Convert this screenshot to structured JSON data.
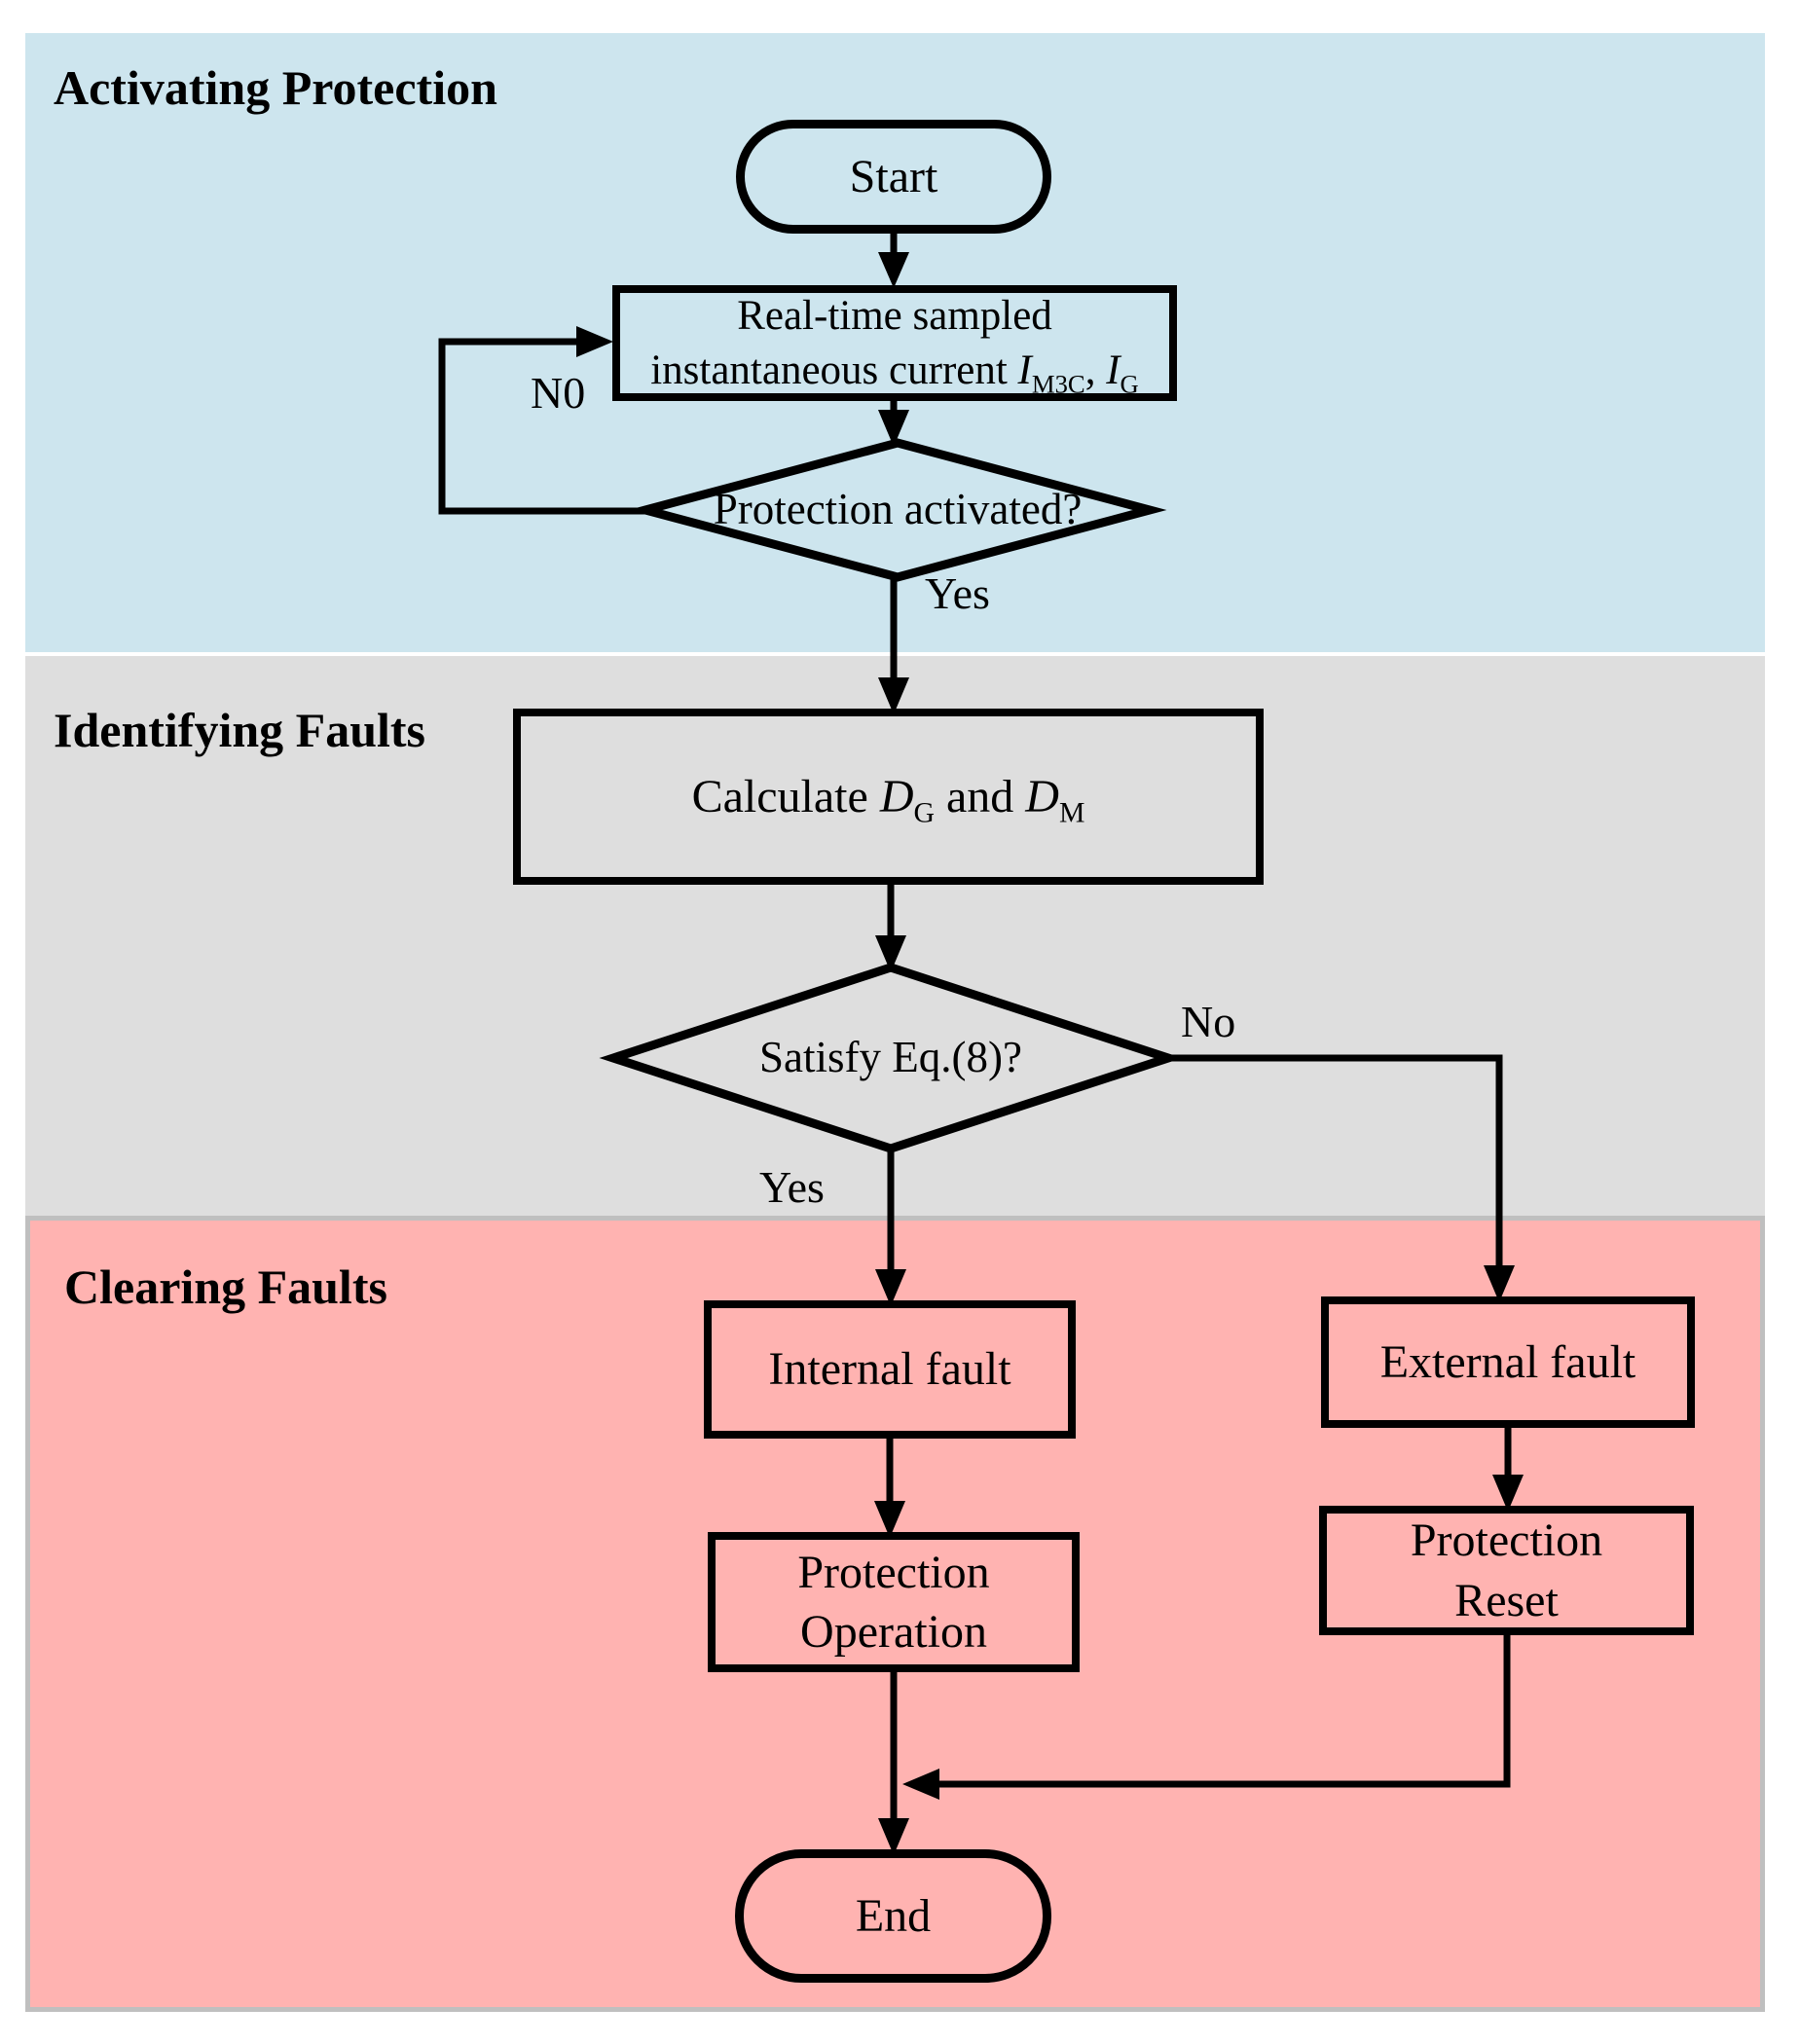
{
  "bands": {
    "activating": {
      "label": "Activating Protection"
    },
    "identifying": {
      "label": "Identifying Faults"
    },
    "clearing": {
      "label": "Clearing Faults"
    }
  },
  "nodes": {
    "start": {
      "label": "Start"
    },
    "sample": {
      "line1": "Real-time sampled",
      "line2_prefix": "instantaneous current ",
      "var1": "I",
      "var1_sub": "M3C",
      "separator": ", ",
      "var2": "I",
      "var2_sub": "G"
    },
    "decision1": {
      "label": "Protection activated?"
    },
    "calculate": {
      "prefix": "Calculate ",
      "var1": "D",
      "var1_sub": "G",
      "middle": " and ",
      "var2": "D",
      "var2_sub": "M"
    },
    "decision2": {
      "label": "Satisfy Eq.(8)?"
    },
    "internal": {
      "label": "Internal fault"
    },
    "external": {
      "label": "External fault"
    },
    "operation": {
      "line1": "Protection",
      "line2": "Operation"
    },
    "reset": {
      "line1": "Protection",
      "line2": "Reset"
    },
    "end": {
      "label": "End"
    }
  },
  "edge_labels": {
    "loop_no": "N0",
    "yes1": "Yes",
    "no2": "No",
    "yes2": "Yes"
  },
  "colors": {
    "band_activating": "#cde5ee",
    "band_identifying": "#dedede",
    "band_clearing": "#ffb3b1",
    "clearing_border": "#bfbfbf",
    "line": "#000000"
  }
}
